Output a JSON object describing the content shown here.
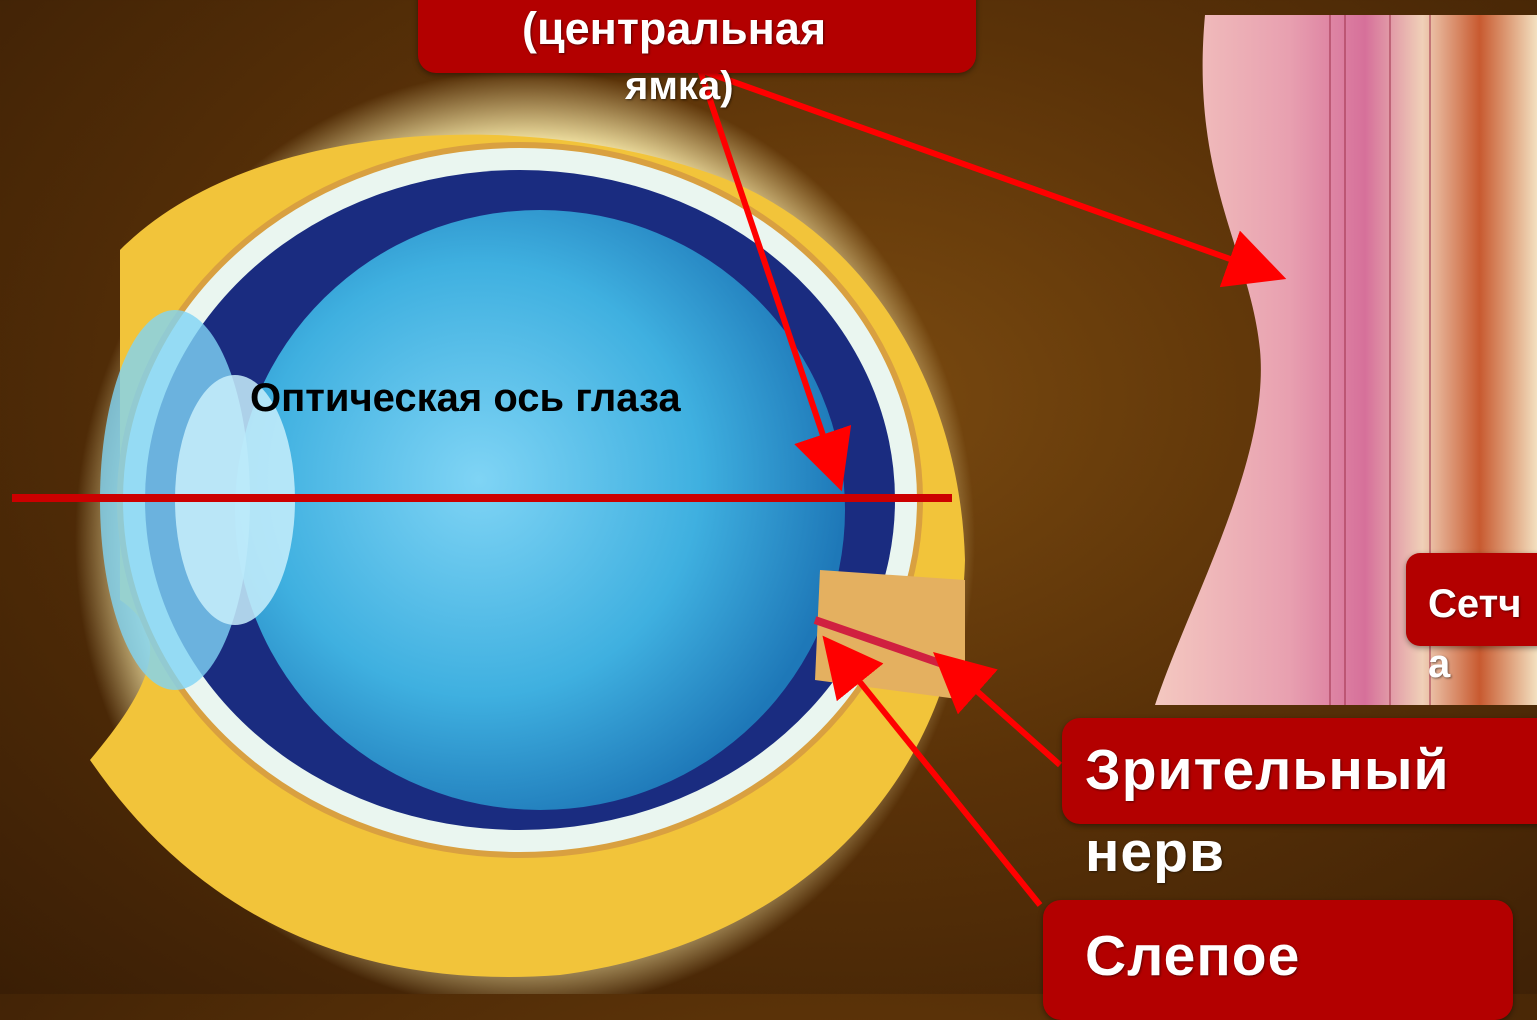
{
  "labels": {
    "fovea_line1": "(центральная",
    "fovea_line2": "ямка)",
    "optic_axis": "Оптическая ось глаза",
    "retina_line1": "Сетч",
    "retina_line2": "а",
    "optic_nerve_line1": "Зрительный",
    "optic_nerve_line2": "нерв",
    "blind_spot": "Слепое"
  },
  "colors": {
    "label_bg": "#b30000",
    "arrow": "#ff0000",
    "axis_line": "#cc0000",
    "eyeball": "#3fb0e0",
    "sclera_fat": "#f2c43a"
  }
}
